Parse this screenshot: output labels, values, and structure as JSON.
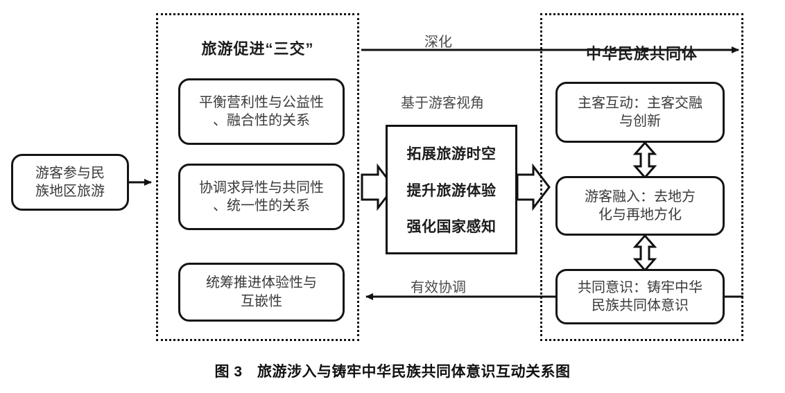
{
  "figure": {
    "caption": "图 3　旅游涉入与铸牢中华民族共同体意识互动关系图"
  },
  "entry": {
    "box_label_line1": "游客参与民",
    "box_label_line2": "族地区旅游"
  },
  "left_panel": {
    "title": "旅游促进“三交”",
    "boxes": [
      {
        "line1": "平衡营利性与公益性",
        "line2": "、融合性的关系"
      },
      {
        "line1": "协调求异性与共同性",
        "line2": "、统一性的关系"
      },
      {
        "line1": "统筹推进体验性与",
        "line2": "互嵌性"
      }
    ]
  },
  "center": {
    "caption_label": "基于游客视角",
    "lines": [
      "拓展旅游时空",
      "提升旅游体验",
      "强化国家感知"
    ]
  },
  "right_panel": {
    "title": "中华民族共同体",
    "boxes": [
      {
        "line1": "主客互动：主客交融",
        "line2": "与创新"
      },
      {
        "line1": "游客融入：去地方",
        "line2": "化与再地方化"
      },
      {
        "line1": "共同意识：铸牢中华",
        "line2": "民族共同体意识"
      }
    ]
  },
  "connectors": {
    "top_arrow_label": "深化",
    "bottom_arrow_label": "有效协调"
  },
  "colors": {
    "stroke": "#111111",
    "box_text": "#3a3a3a",
    "title_text": "#1b1b1b",
    "background": "#ffffff"
  }
}
